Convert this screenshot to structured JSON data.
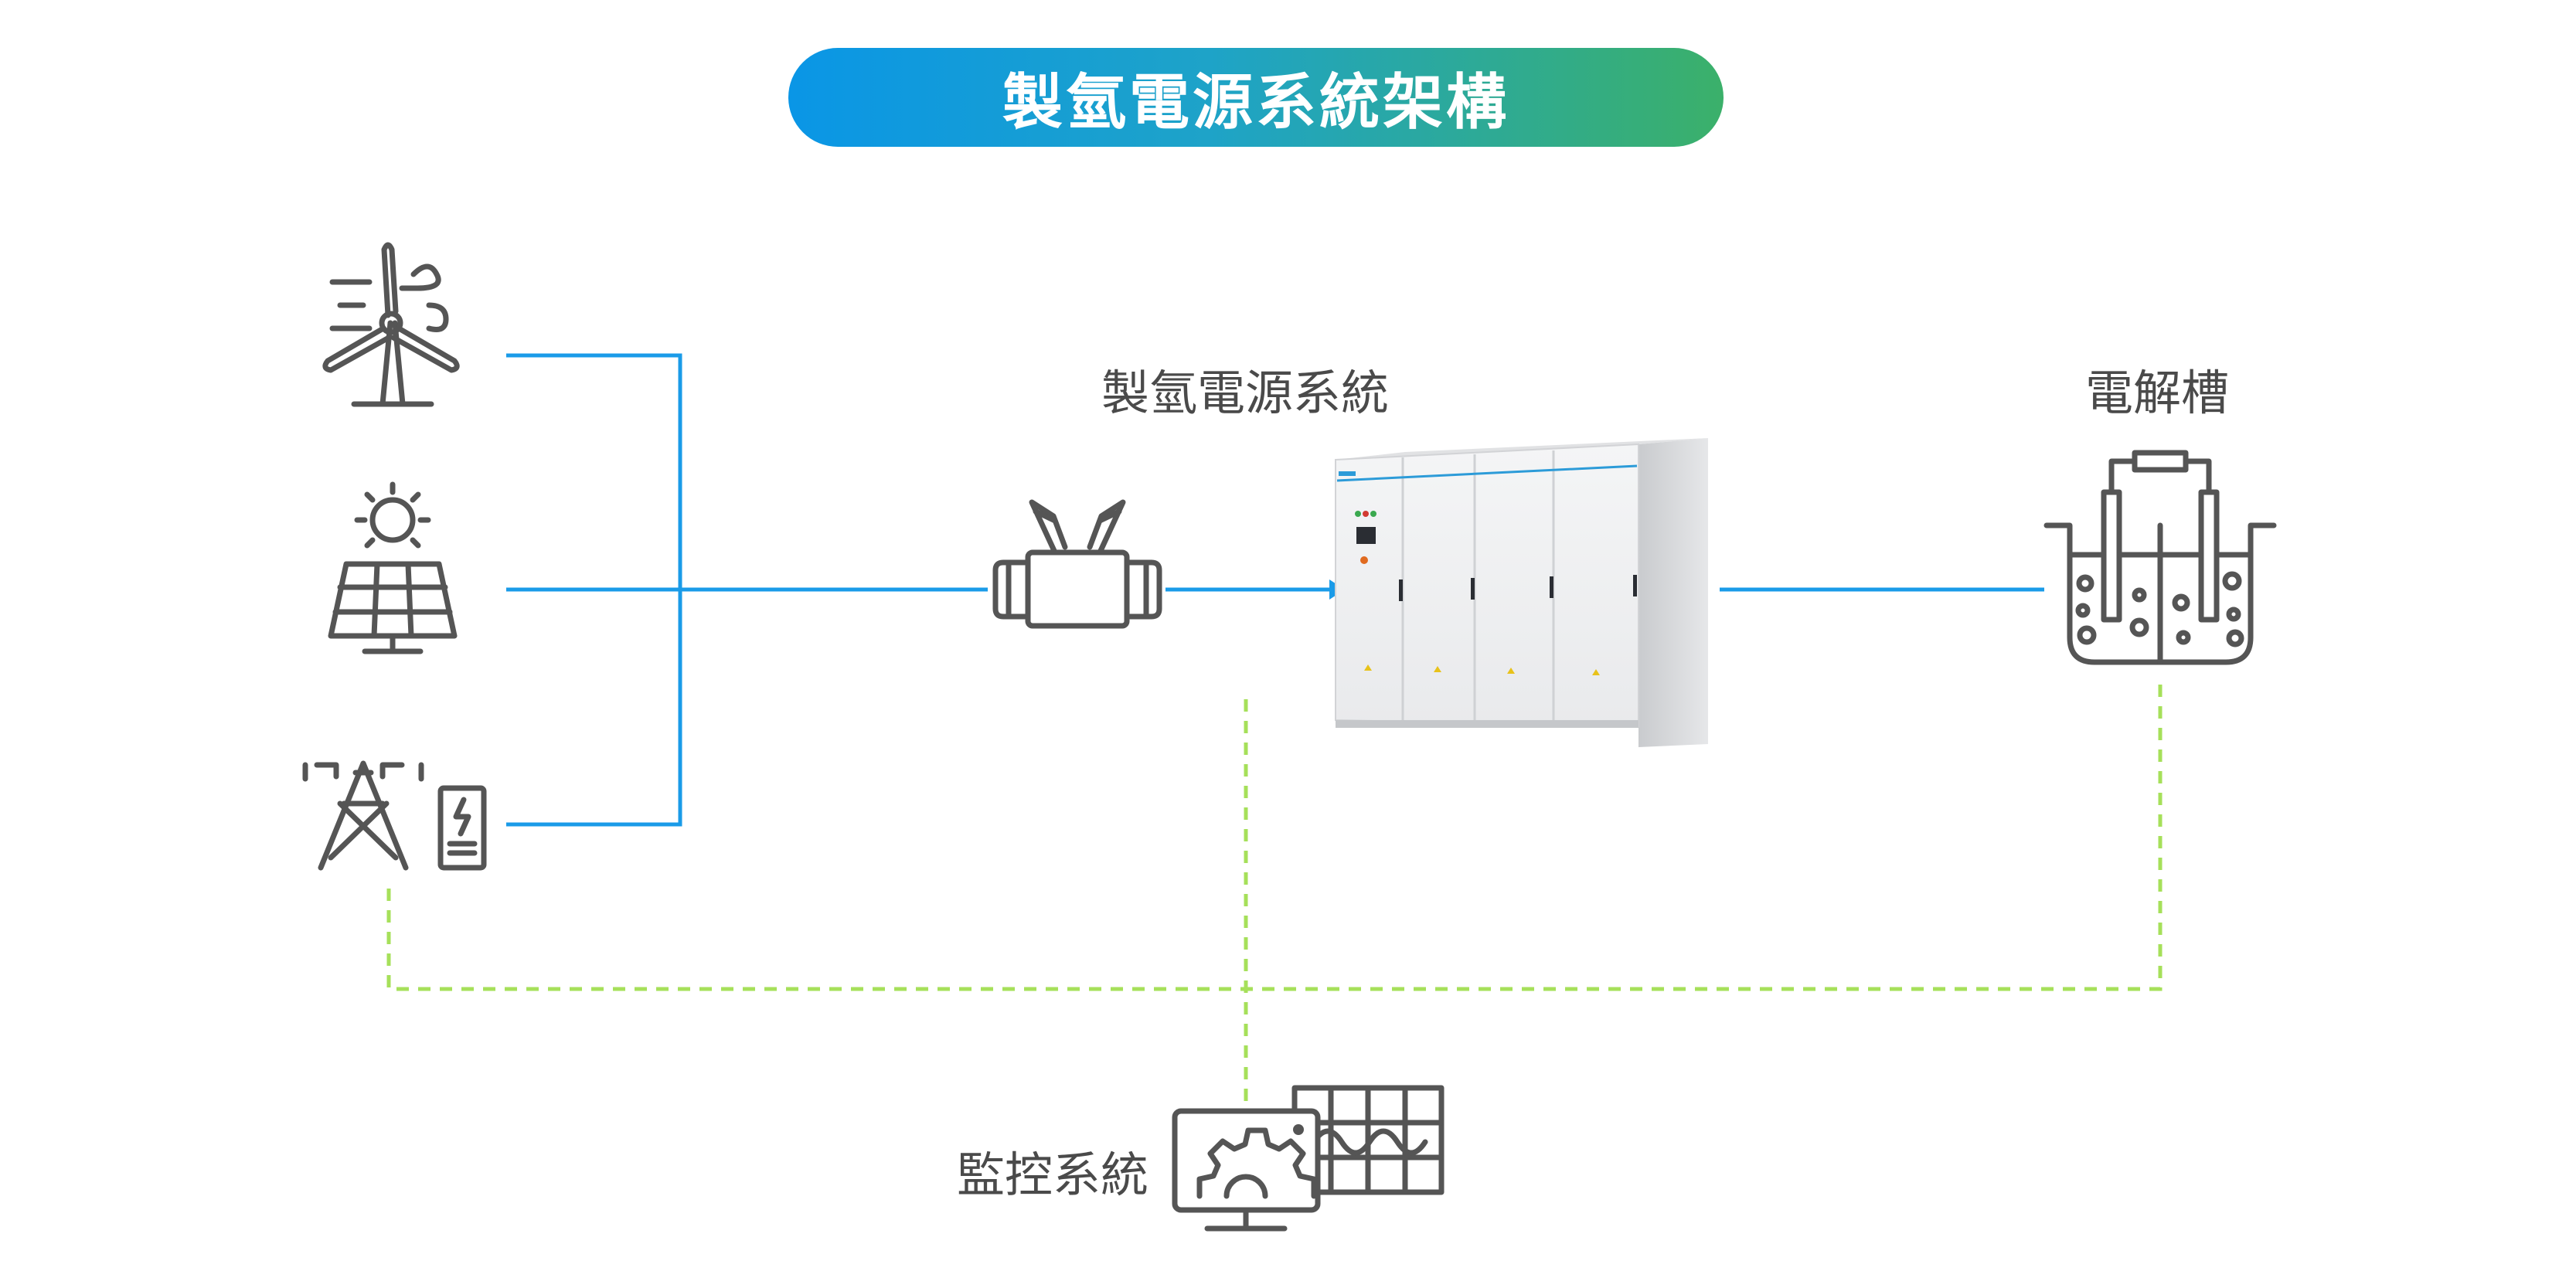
{
  "title": "製氫電源系統架構",
  "labels": {
    "power_system": "製氫電源系統",
    "electrolyzer": "電解槽",
    "monitoring": "監控系統"
  },
  "nodes": {
    "wind_turbine": "wind-turbine-icon",
    "solar": "solar-panel-icon",
    "grid": "power-grid-tower-icon",
    "transformer": "transformer-icon",
    "cabinet": "power-cabinet",
    "electrolyzer": "electrolyzer-tank-icon",
    "monitor": "monitoring-computer-icon"
  },
  "colors": {
    "power_line": "#1a9be8",
    "signal_line": "#a6e05a",
    "icon_stroke": "#555555",
    "title_gradient_start": "#0a96e6",
    "title_gradient_end": "#3bb06a"
  }
}
